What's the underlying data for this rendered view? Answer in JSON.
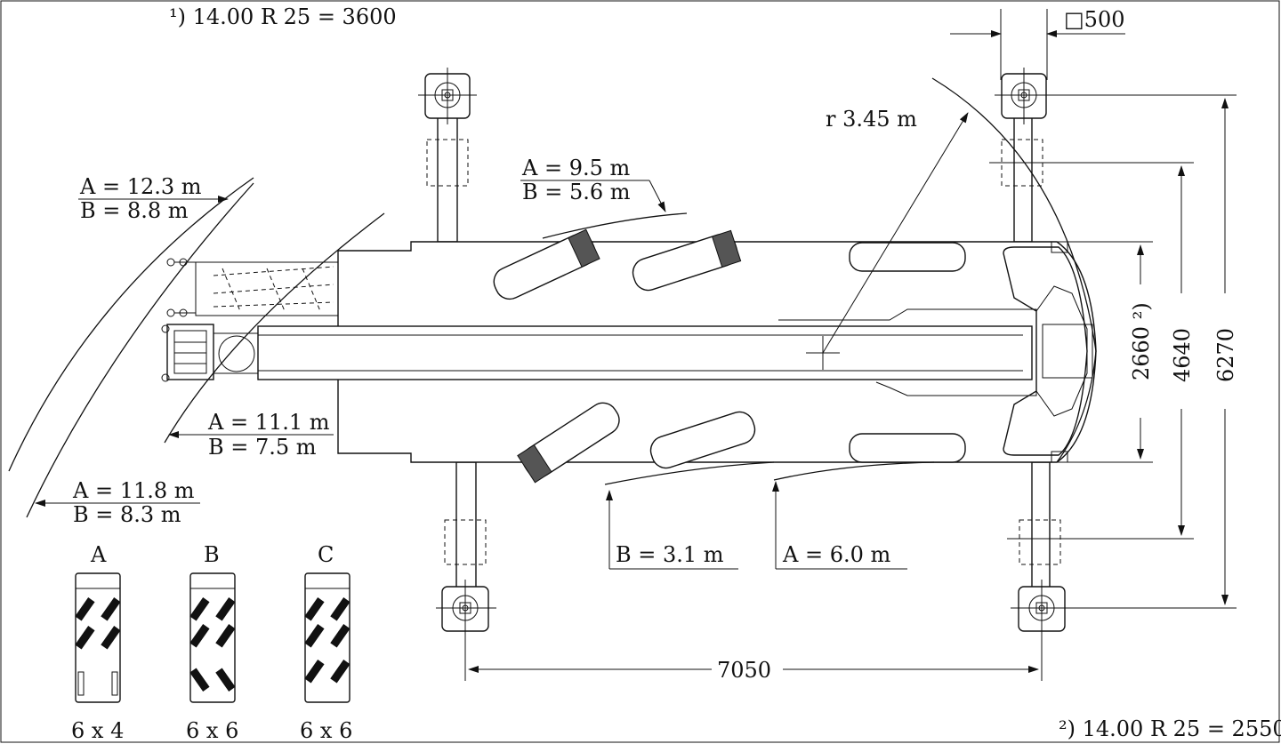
{
  "footnotes": {
    "note1": "¹) 14.00 R 25 =  3600",
    "note2": "²) 14.00 R 25 =  2550"
  },
  "dimensions": {
    "pad": "□500",
    "radius": "r 3.45 m",
    "width_2660": "2660 ²)",
    "width_4640": "4640",
    "width_6270": "6270",
    "length_7050": "7050"
  },
  "turning_labels": {
    "front_outer_a": "A =  12.3 m",
    "front_outer_b": "B =  8.8 m",
    "top_a": "A =  9.5 m",
    "top_b": "B =  5.6 m",
    "mid_a": "A =  11.1 m",
    "mid_b": "B =  7.5 m",
    "lower_a": "A =  11.8 m",
    "lower_b": "B =  8.3 m",
    "bottom_b": "B =  3.1 m",
    "bottom_a": "A =  6.0 m"
  },
  "axle_variants": [
    {
      "letter": "A",
      "drive": "6 x 4"
    },
    {
      "letter": "B",
      "drive": "6 x 6"
    },
    {
      "letter": "C",
      "drive": "6 x 6"
    }
  ]
}
